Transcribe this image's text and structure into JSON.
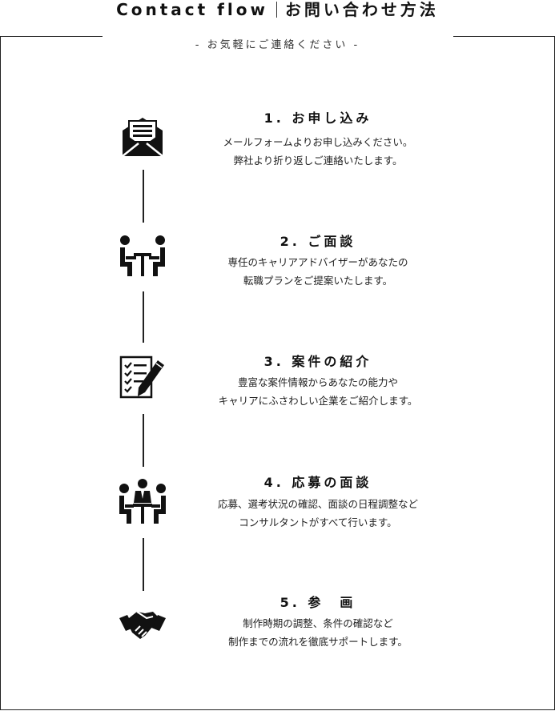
{
  "header": {
    "title_en": "Contact flow",
    "title_ja": "お問い合わせ方法",
    "subtitle": "- お気軽にご連絡ください -"
  },
  "steps": [
    {
      "title": "1. お申し込み",
      "desc_line1": "メールフォームよりお申し込みください。",
      "desc_line2": "弊社より折り返しご連絡いたします。",
      "icon": "envelope-icon"
    },
    {
      "title": "2. ご面談",
      "desc_line1": "専任のキャリアアドバイザーがあなたの",
      "desc_line2": "転職プランをご提案いたします。",
      "icon": "meeting-icon"
    },
    {
      "title": "3. 案件の紹介",
      "desc_line1": "豊富な案件情報からあなたの能力や",
      "desc_line2": "キャリアにふさわしい企業をご紹介します。",
      "icon": "checklist-pen-icon"
    },
    {
      "title": "4. 応募の面談",
      "desc_line1": "応募、選考状況の確認、面談の日程調整など",
      "desc_line2": "コンサルタントがすべて行います。",
      "icon": "interview-icon"
    },
    {
      "title": "5. 参　画",
      "desc_line1": "制作時期の調整、条件の確認など",
      "desc_line2": "制作までの流れを徹底サポートします。",
      "icon": "handshake-icon"
    }
  ]
}
